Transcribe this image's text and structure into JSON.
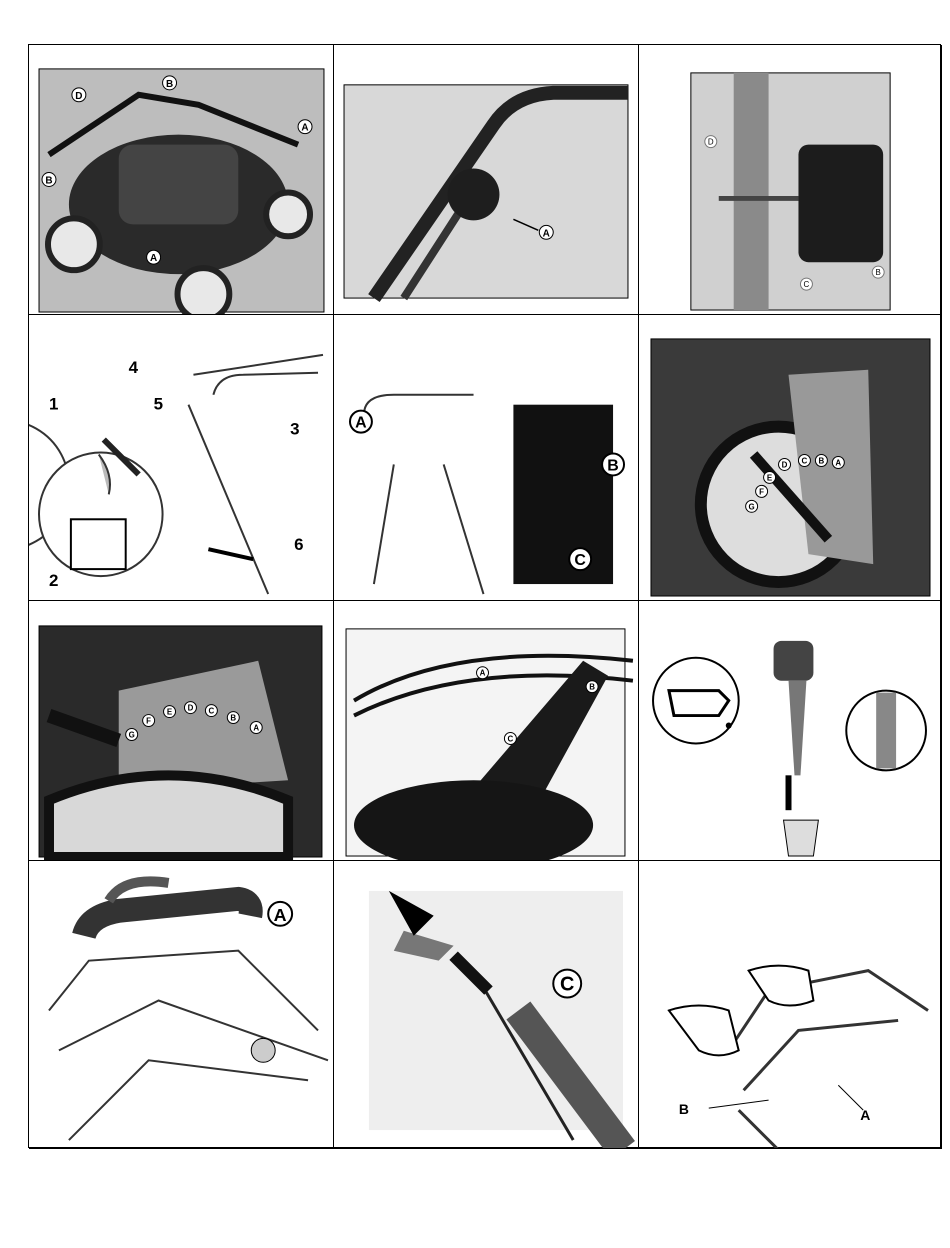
{
  "panels": [
    {
      "id": "p1",
      "callouts": [
        "D",
        "B",
        "A",
        "B",
        "A"
      ]
    },
    {
      "id": "p2",
      "callouts": [
        "A"
      ]
    },
    {
      "id": "p3",
      "callouts": [
        "D",
        "C",
        "B"
      ]
    },
    {
      "id": "p4",
      "callouts": [
        "1",
        "2",
        "3",
        "4",
        "5",
        "6"
      ]
    },
    {
      "id": "p5",
      "callouts": [
        "A",
        "B",
        "C"
      ]
    },
    {
      "id": "p6",
      "callouts": [
        "D",
        "C",
        "B",
        "A",
        "E",
        "F",
        "G"
      ]
    },
    {
      "id": "p7",
      "callouts": [
        "G",
        "F",
        "E",
        "D",
        "C",
        "B",
        "A"
      ]
    },
    {
      "id": "p8",
      "callouts": [
        "A",
        "B",
        "C"
      ]
    },
    {
      "id": "p9",
      "callouts": []
    },
    {
      "id": "p10",
      "callouts": [
        "A"
      ]
    },
    {
      "id": "p11",
      "callouts": [
        "C"
      ]
    },
    {
      "id": "p12",
      "callouts": [
        "B",
        "A"
      ]
    }
  ],
  "colors": {
    "border": "#000000",
    "photo_bg": "#cfcfcf",
    "line": "#111111"
  }
}
